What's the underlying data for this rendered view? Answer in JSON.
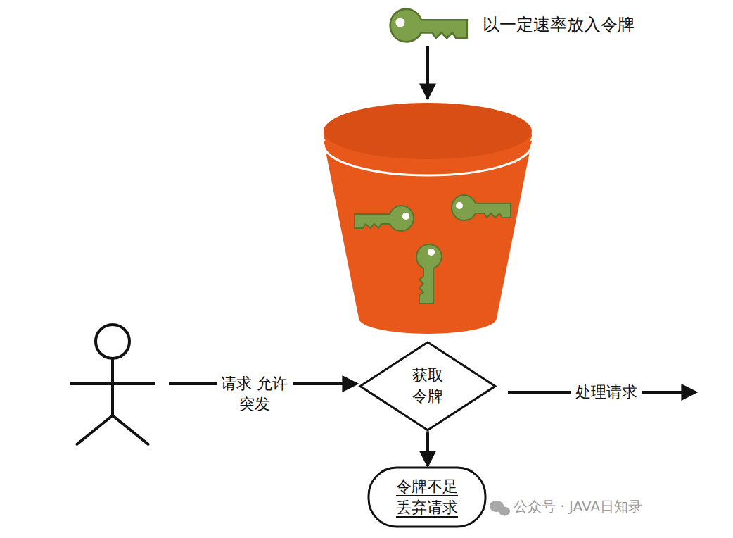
{
  "diagram": {
    "nodes": [
      {
        "text": [
          "获取 令牌"
        ]
      },
      {
        "text": [
          "令牌不足 丢弃请求"
        ]
      }
    ],
    "edges": [
      {
        "from": 0,
        "to": 1,
        "arrow": "to"
      }
    ],
    "labels": [
      "以一定速率放入令牌",
      "请求 允许突发",
      "处理请求",
      "公众号 · JAVA日知录"
    ]
  }
}
